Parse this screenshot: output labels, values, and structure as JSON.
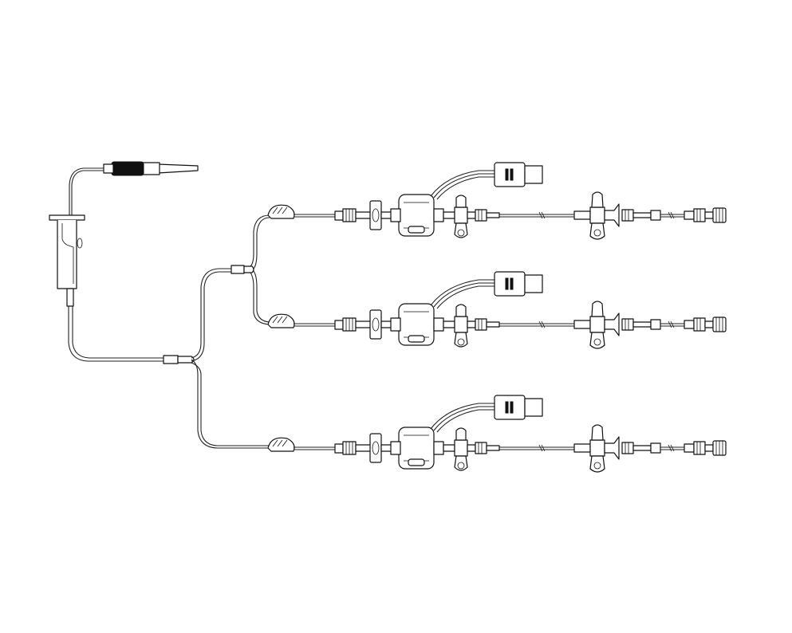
{
  "diagram": {
    "colors": {
      "line": "#111111",
      "background": "#ffffff"
    },
    "components": {
      "spike": "iv-spike-with-drip-chamber",
      "branch_count": 3,
      "branch_items": [
        "roller-clamp",
        "luer-connector",
        "flow-regulator",
        "pressure-transducer",
        "transducer-cable-connector",
        "stopcock",
        "tube-segment",
        "stopcock",
        "luer-end-cap"
      ]
    }
  }
}
